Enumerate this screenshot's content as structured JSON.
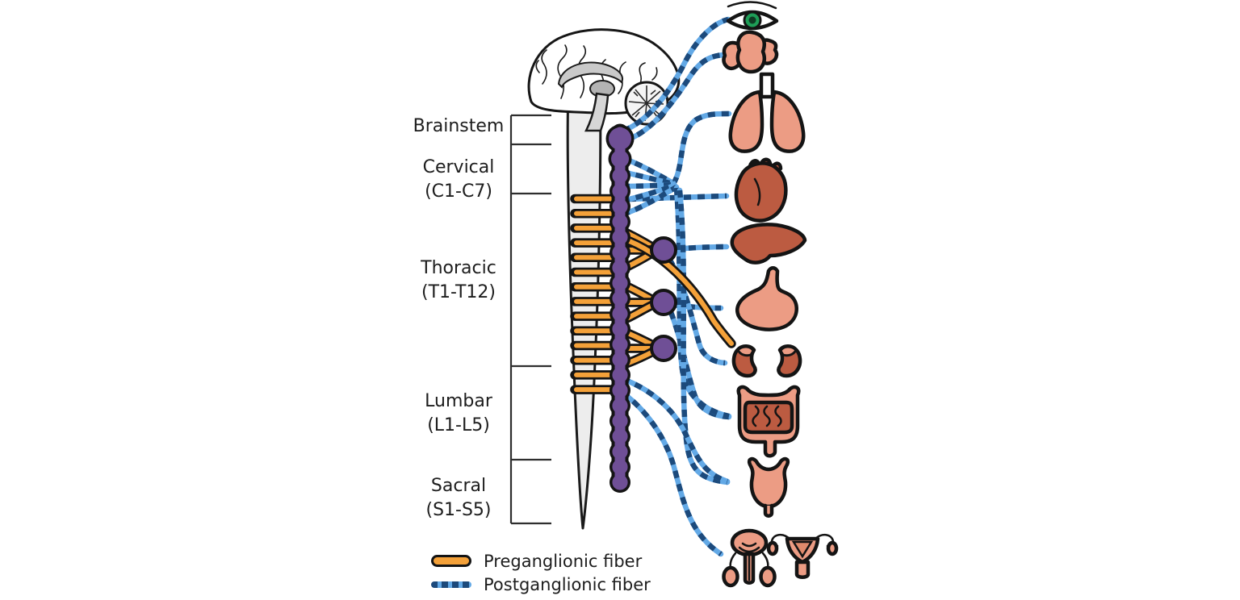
{
  "regions": [
    {
      "label": "Brainstem",
      "range": ""
    },
    {
      "label": "Cervical",
      "range": "(C1-C7)"
    },
    {
      "label": "Thoracic",
      "range": "(T1-T12)"
    },
    {
      "label": "Lumbar",
      "range": "(L1-L5)"
    },
    {
      "label": "Sacral",
      "range": "(S1-S5)"
    }
  ],
  "legend": {
    "items": [
      {
        "label": "Preganglionic fiber",
        "style": "solid-orange-pill"
      },
      {
        "label": "Postganglionic fiber",
        "style": "dashed-blue-line"
      }
    ]
  },
  "anatomy": {
    "brain": "brain-sagittal-section",
    "spinal_cord": "spinal-cord",
    "sympathetic_chain": "sympathetic-chain-of-ganglia",
    "collateral_ganglia_count": 3
  },
  "organs": [
    {
      "name": "eye"
    },
    {
      "name": "salivary-glands"
    },
    {
      "name": "lungs"
    },
    {
      "name": "heart"
    },
    {
      "name": "liver"
    },
    {
      "name": "stomach"
    },
    {
      "name": "kidneys"
    },
    {
      "name": "intestines"
    },
    {
      "name": "bladder"
    },
    {
      "name": "male-reproductive-organs"
    },
    {
      "name": "female-reproductive-organs"
    }
  ],
  "colors": {
    "preganglionic_orange": "#F4A139",
    "postganglionic_blue_light": "#63A9E6",
    "postganglionic_blue_dark": "#1C4A7C",
    "ganglion_purple": "#6F4F96",
    "organ_salmon": "#EC9C84",
    "organ_brick": "#BC5B41",
    "iris_green": "#1E9E57",
    "background": "#FFFFFF"
  }
}
